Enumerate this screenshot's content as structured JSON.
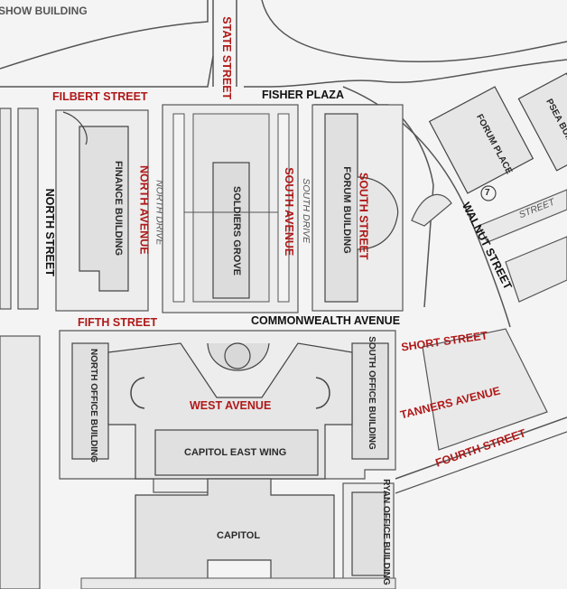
{
  "map": {
    "colors": {
      "street_red": "#b01818",
      "street_black": "#111111",
      "outline": "#555555",
      "block_fill": "#e9e9e9",
      "road": "#f4f4f4"
    },
    "labels": {
      "show_building": "SHOW BUILDING",
      "state_street": "STATE STREET",
      "filbert_street": "FILBERT STREET",
      "fisher_plaza": "FISHER PLAZA",
      "forum_place": "FORUM PLACE",
      "psea_building": "PSEA BUILDING",
      "finance_building": "FINANCE BUILDING",
      "north_avenue": "NORTH AVENUE",
      "north_drive": "NORTH DRIVE",
      "north_street": "NORTH STREET",
      "soldiers_grove": "SOLDIERS GROVE",
      "south_avenue": "SOUTH AVENUE",
      "south_drive": "SOUTH DRIVE",
      "south_street": "SOUTH STREET",
      "forum_building": "FORUM BUILDING",
      "walnut_street": "WALNUT STREET",
      "street_partial": "STREET",
      "fifth_street": "FIFTH STREET",
      "commonwealth_avenue": "COMMONWEALTH AVENUE",
      "short_street": "SHORT STREET",
      "north_office_building": "NORTH OFFICE BUILDING",
      "south_office_building": "SOUTH OFFICE BUILDING",
      "west_avenue": "WEST AVENUE",
      "tanners_avenue": "TANNERS AVENUE",
      "fourth_street": "FOURTH STREET",
      "capitol_east_wing": "CAPITOL EAST WING",
      "ryan_office_building": "RYAN OFFICE BUILDING",
      "capitol": "CAPITOL",
      "marker_number": "7"
    }
  }
}
